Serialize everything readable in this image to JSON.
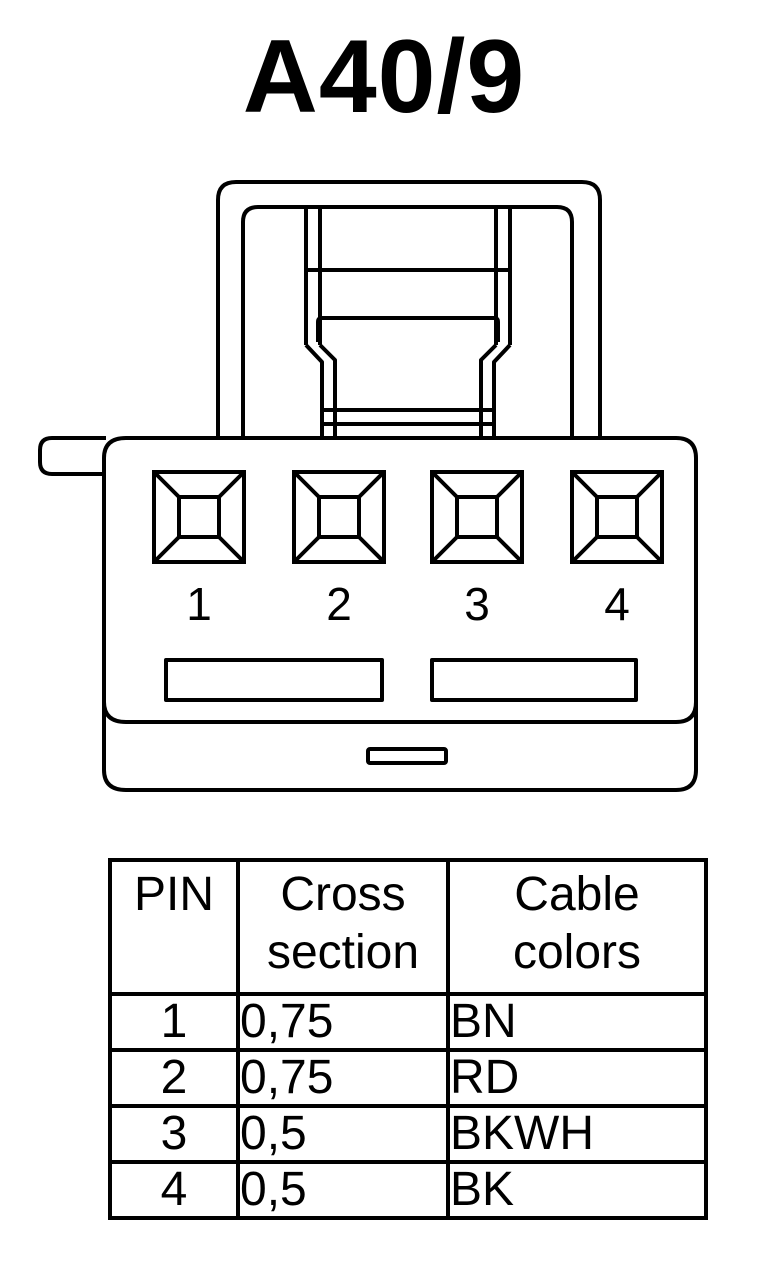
{
  "connector": {
    "title": "A40/9",
    "pin_numbers": [
      "1",
      "2",
      "3",
      "4"
    ]
  },
  "table": {
    "headers": {
      "pin": "PIN",
      "cross_section": [
        "Cross",
        "section"
      ],
      "cable_colors": [
        "Cable",
        "colors"
      ]
    },
    "rows": [
      {
        "pin": "1",
        "cross_section": "0,75",
        "color": "BN"
      },
      {
        "pin": "2",
        "cross_section": "0,75",
        "color": "RD"
      },
      {
        "pin": "3",
        "cross_section": "0,5",
        "color": "BKWH"
      },
      {
        "pin": "4",
        "cross_section": "0,5",
        "color": "BK"
      }
    ]
  }
}
